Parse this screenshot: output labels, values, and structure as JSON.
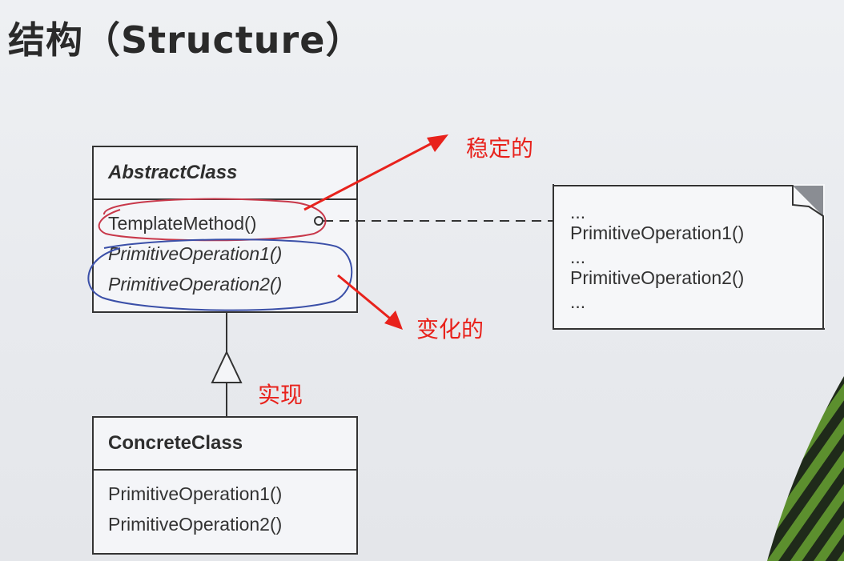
{
  "title": "结构（Structure）",
  "abstract_class": {
    "name": "AbstractClass",
    "operations": [
      {
        "label": "TemplateMethod()",
        "italic": false
      },
      {
        "label": "PrimitiveOperation1()",
        "italic": true
      },
      {
        "label": "PrimitiveOperation2()",
        "italic": true
      }
    ]
  },
  "concrete_class": {
    "name": "ConcreteClass",
    "operations": [
      {
        "label": "PrimitiveOperation1()"
      },
      {
        "label": "PrimitiveOperation2()"
      }
    ]
  },
  "note": {
    "lines": [
      "...",
      "PrimitiveOperation1()",
      "...",
      "PrimitiveOperation2()",
      "..."
    ]
  },
  "annotations": {
    "stable": "稳定的",
    "variable": "变化的",
    "implementation": "实现"
  },
  "colors": {
    "annotation_red": "#e8221c",
    "stable_circle": "#c8384a",
    "variable_circle": "#3a4fa8"
  }
}
